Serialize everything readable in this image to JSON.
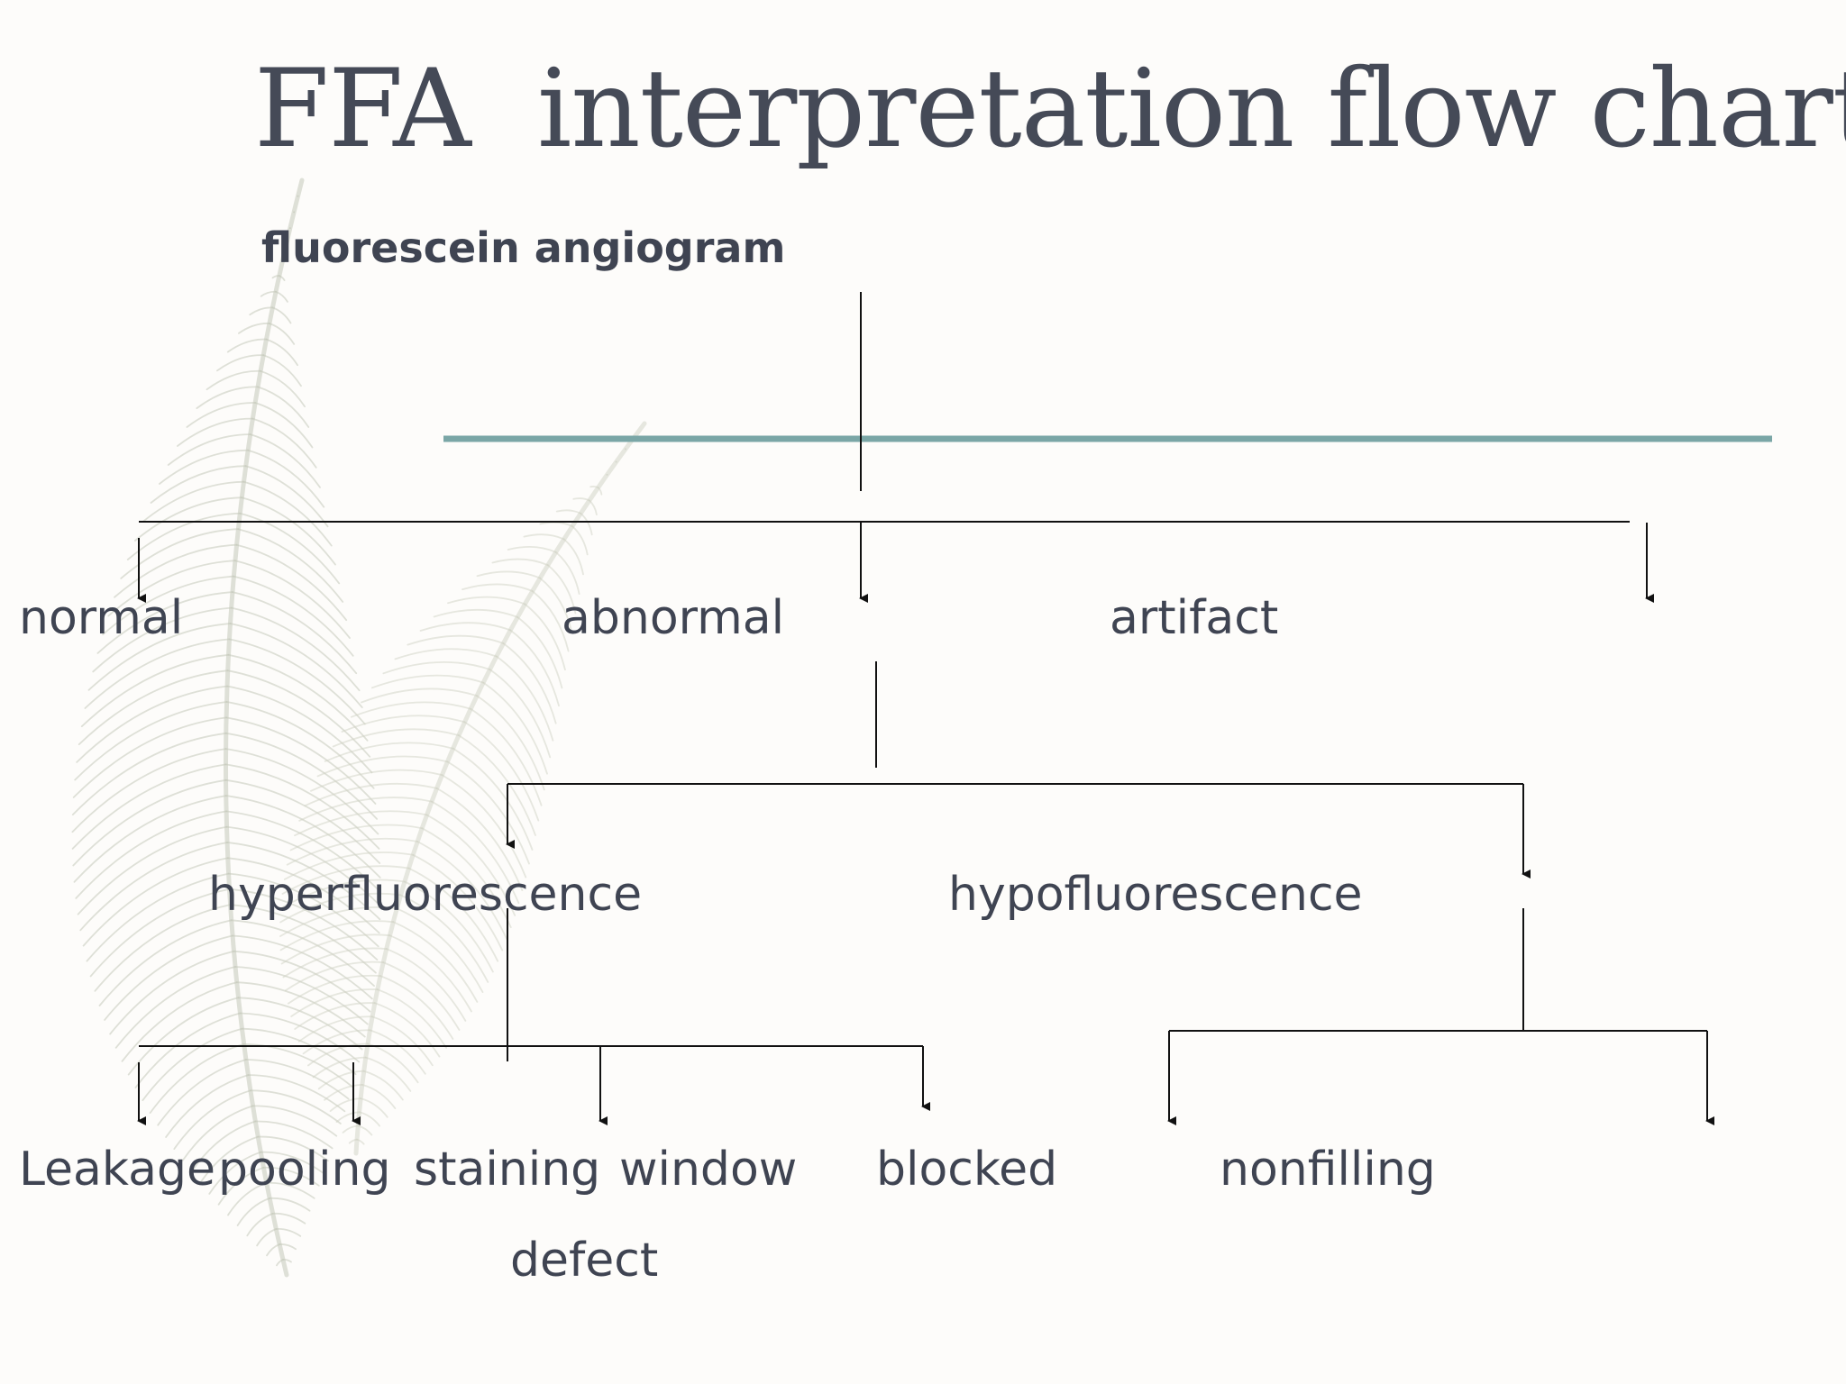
{
  "title": "FFA  interpretation flow chart",
  "accent_color": "#7aa6a6",
  "text_color": "#3f4452",
  "line_color": "#111111",
  "background_decoration": "feather-illustration",
  "nodes": {
    "root": "fluorescein angiogram",
    "normal": "normal",
    "abnormal": "abnormal",
    "artifact": "artifact",
    "hyperfluorescence": "hyperfluorescence",
    "hypofluorescence": "hypofluorescence",
    "leakage": "Leakage",
    "pooling": "pooling",
    "staining": "staining",
    "window": "window",
    "defect": "defect",
    "blocked": "blocked",
    "nonfilling": "nonfilling"
  }
}
